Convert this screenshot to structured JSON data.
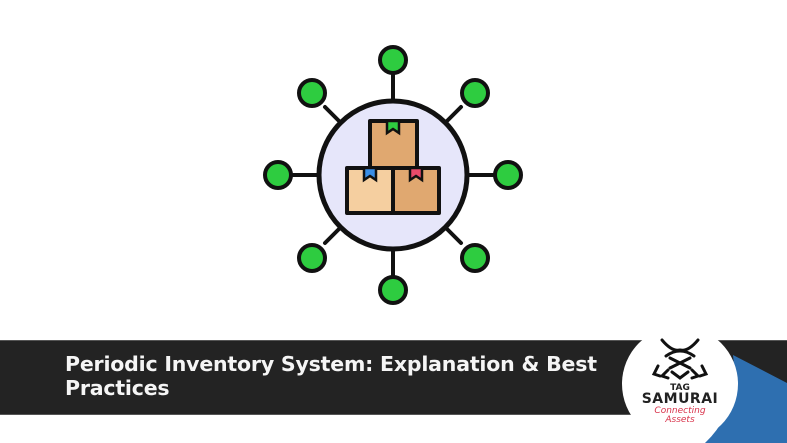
{
  "hero": {
    "icon": "network-boxes-icon",
    "colors": {
      "node_fill": "#2ecc40",
      "outline": "#111111",
      "hub_fill": "#e6e6fa",
      "box_front": "#f5cfa0",
      "box_back": "#e0a870",
      "tag_green": "#2ecc40",
      "tag_blue": "#3a8ee6",
      "tag_red": "#e84b6a"
    }
  },
  "banner": {
    "title": "Periodic Inventory System: Explanation & Best Practices",
    "background": "#232323"
  },
  "logo": {
    "brand_small": "TAG",
    "brand_name": "SAMURAI",
    "tagline_line1": "Connecting",
    "tagline_line2": "Assets",
    "icon": "samurai-helmet-icon",
    "tagline_color": "#d8324a"
  },
  "decoration": {
    "accent": "#2e6fb0"
  }
}
